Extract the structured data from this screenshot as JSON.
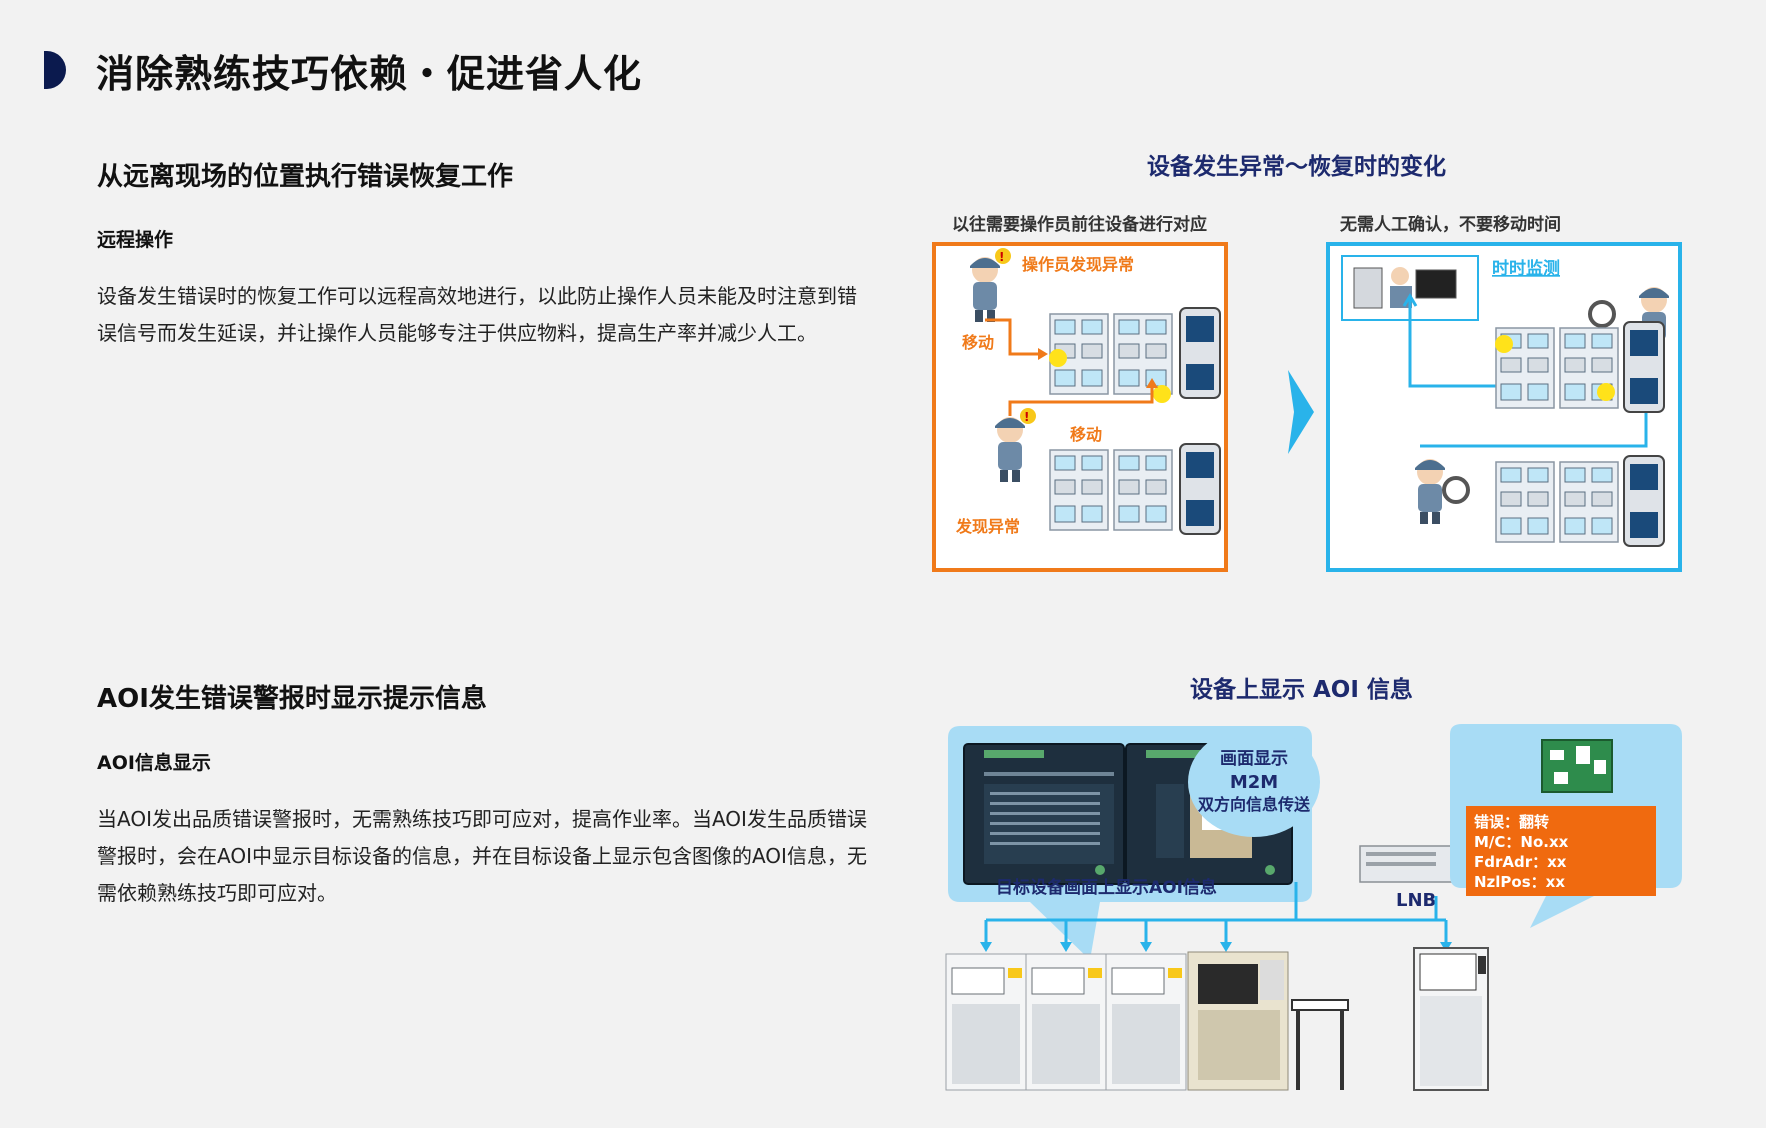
{
  "page": {
    "title": "消除熟练技巧依赖・促进省人化"
  },
  "section1": {
    "heading": "从远离现场的位置执行错误恢复工作",
    "subheading": "远程操作",
    "paragraph": "设备发生错误时的恢复工作可以远程高效地进行，以此防止操作人员未能及时注意到错误信号而发生延误，并让操作人员能够专注于供应物料，提高生产率并减少人工。",
    "figure": {
      "title": "设备发生异常～恢复时的变化",
      "left_caption": "以往需要操作员前往设备进行对应",
      "right_caption": "无需人工确认，不要移动时间",
      "operator_found_label": "操作员发现异常",
      "move_label_1": "移动",
      "move_label_2": "移动",
      "found_label": "发现异常",
      "monitor_label": "时时监测",
      "left_border_color": "#f07a1a",
      "right_border_color": "#29b3ea"
    }
  },
  "section2": {
    "heading": "AOI发生错误警报时显示提示信息",
    "subheading": "AOI信息显示",
    "paragraph": "当AOI发出品质错误警报时，无需熟练技巧即可应对，提高作业率。当AOI发生品质错误警报时，会在AOI中显示目标设备的信息，并在目标设备上显示包含图像的AOI信息，无需依赖熟练技巧即可应对。",
    "figure": {
      "title": "设备上显示 AOI 信息",
      "screen_caption": "目标设备画面上显示AOI信息",
      "bubble_line1": "画面显示",
      "bubble_line2": "M2M",
      "bubble_line3": "双方向信息传送",
      "lnb_label": "LNB",
      "info_box": [
        "错误：翻转",
        "M/C：No.xx",
        "FdrAdr：xx",
        "NzlPos：xx"
      ],
      "bubble_color": "#a8dcf5",
      "info_box_color": "#f06a0f"
    }
  }
}
